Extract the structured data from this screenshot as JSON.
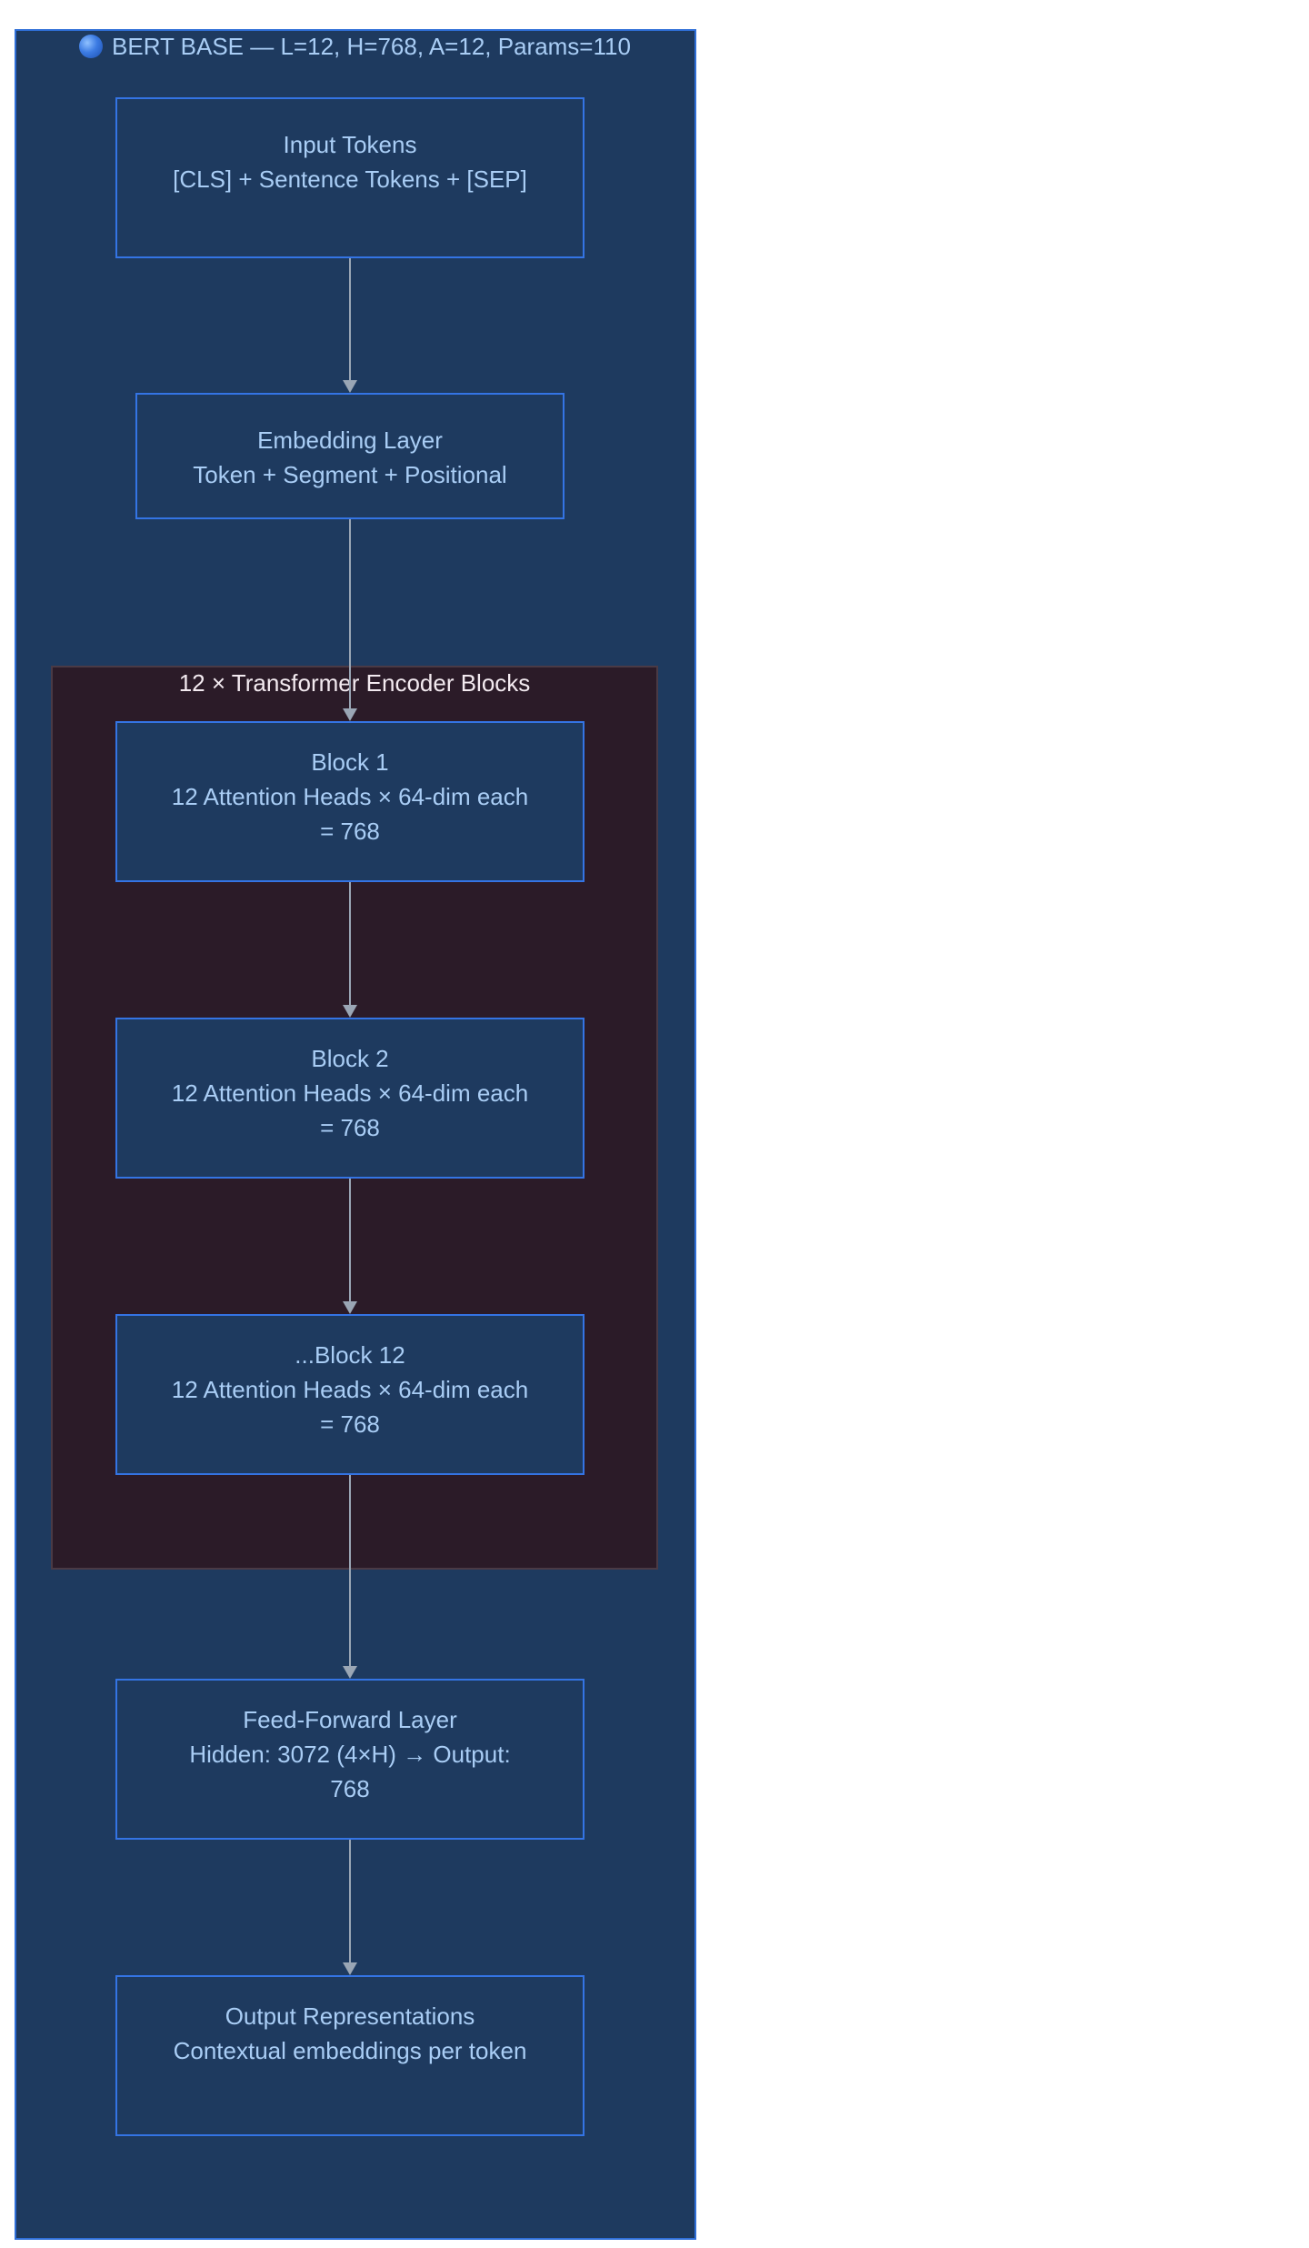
{
  "title": "BERT BASE — L=12, H=768, A=12, Params=110",
  "title_icon": "globe-icon",
  "cluster": {
    "label": "12 × Transformer Encoder Blocks"
  },
  "nodes": {
    "input": {
      "title": "Input Tokens",
      "lines": [
        "[CLS] + Sentence Tokens + [SEP]"
      ]
    },
    "embedding": {
      "title": "Embedding Layer",
      "lines": [
        "Token + Segment + Positional"
      ]
    },
    "block1": {
      "title": "Block 1",
      "lines": [
        "12 Attention Heads × 64-dim each",
        "= 768"
      ]
    },
    "block2": {
      "title": "Block 2",
      "lines": [
        "12 Attention Heads × 64-dim each",
        "= 768"
      ]
    },
    "block12": {
      "title": "...Block 12",
      "lines": [
        "12 Attention Heads × 64-dim each",
        "= 768"
      ]
    },
    "feedforward": {
      "title": "Feed-Forward Layer",
      "lines": [
        "Hidden: 3072 (4×H) → Output:",
        "768"
      ]
    },
    "output": {
      "title": "Output Representations",
      "lines": [
        "Contextual embeddings per token"
      ]
    }
  },
  "colors": {
    "panel_bg": "#1e3a5f",
    "node_border": "#3474e4",
    "node_text": "#a9cdf5",
    "cluster_bg": "#2b1b28",
    "edge": "#9aa6b5"
  }
}
